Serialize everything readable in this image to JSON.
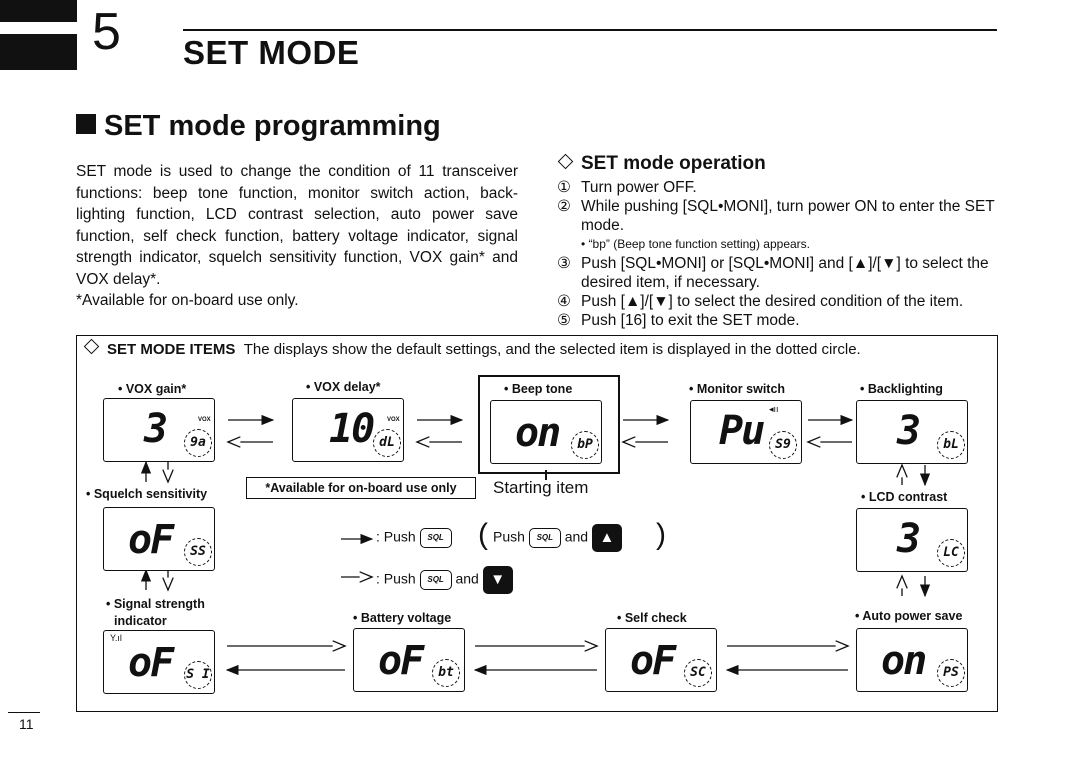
{
  "header": {
    "chapter_number": "5",
    "chapter_title": "SET MODE"
  },
  "section": {
    "title": "SET mode programming"
  },
  "intro": {
    "body": "SET mode is used to change the condition of 11 transceiver functions: beep tone function, monitor switch action, back-lighting function, LCD contrast selection, auto power save function, self check function, battery voltage indicator, signal strength indicator, squelch sensitivity function, VOX gain* and VOX delay*.",
    "note": "*Available for on-board use only."
  },
  "operation": {
    "title": "SET mode operation",
    "steps": [
      {
        "num": "①",
        "text": "Turn power OFF."
      },
      {
        "num": "②",
        "text": "While pushing [SQL•MONI], turn power ON to enter the SET mode."
      },
      {
        "num": "③",
        "text": "Push [SQL•MONI] or [SQL•MONI] and [▲]/[▼] to select the desired item, if necessary."
      },
      {
        "num": "④",
        "text": "Push [▲]/[▼] to select the desired condition of the item."
      },
      {
        "num": "⑤",
        "text": "Push [16] to exit the SET mode."
      }
    ],
    "note": "• “bp” (Beep tone function setting) appears."
  },
  "items": {
    "heading": "SET MODE ITEMS",
    "description": "The displays show the default settings, and the selected item is displayed in the dotted circle.",
    "displays": [
      {
        "label": "• VOX gain*",
        "value": "3",
        "code": "9a",
        "badge": "VOX"
      },
      {
        "label": "• VOX delay*",
        "value": "10",
        "code": "dL",
        "badge": "VOX"
      },
      {
        "label": "• Beep tone",
        "value": "on",
        "code": "bP",
        "badge": ""
      },
      {
        "label": "• Monitor switch",
        "value": "Pu",
        "code": "S9",
        "badge": "◂ıı"
      },
      {
        "label": "• Backlighting",
        "value": "3",
        "code": "bL",
        "badge": ""
      },
      {
        "label": "• LCD contrast",
        "value": "3",
        "code": "LC",
        "badge": ""
      },
      {
        "label": "• Auto power save",
        "value": "on",
        "code": "PS",
        "badge": ""
      },
      {
        "label": "• Self check",
        "value": "oF",
        "code": "SC",
        "badge": ""
      },
      {
        "label": "• Battery voltage",
        "value": "oF",
        "code": "bt",
        "badge": ""
      },
      {
        "label": "• Signal strength",
        "label2": "indicator",
        "value": "oF",
        "code": "S I",
        "badge": "Y.ıl"
      },
      {
        "label": "• Squelch sensitivity",
        "value": "oF",
        "code": "SS",
        "badge": ""
      }
    ],
    "onboard_note": "*Available for on-board use only",
    "starting_item": "Starting item",
    "legend": {
      "push1": ": Push",
      "push2": "Push",
      "and": "and",
      "push3": ": Push",
      "and2": "and",
      "sql_key": "SQL",
      "up_key": "▲",
      "down_key": "▼"
    }
  },
  "page_number": "11"
}
